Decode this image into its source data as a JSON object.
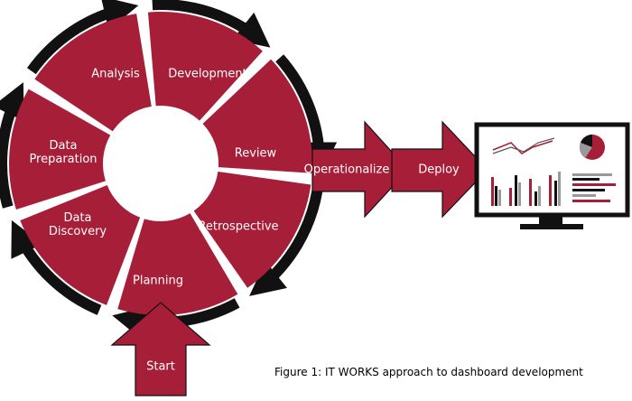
{
  "cycle": {
    "segments": [
      "Analysis",
      "Development",
      "Review",
      "Retrospective",
      "Planning",
      "Data Discovery",
      "Data Preparation"
    ]
  },
  "arrows": {
    "start": "Start",
    "operationalize": "Operationalize",
    "deploy": "Deploy"
  },
  "caption": "Figure 1: IT WORKS approach to dashboard development",
  "colors": {
    "crimson": "#A61E37",
    "black": "#111111",
    "white": "#ffffff"
  },
  "icons": [
    "monitor-dashboard-icon"
  ]
}
